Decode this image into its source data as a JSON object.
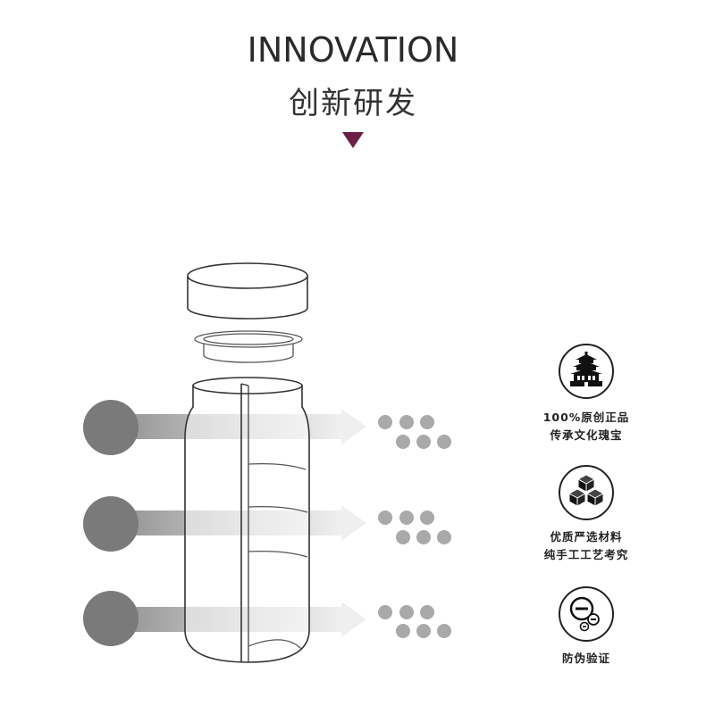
{
  "header": {
    "title_en": "INNOVATION",
    "title_cn": "创新研发"
  },
  "colors": {
    "accent": "#6b1f45",
    "outline": "#333333",
    "circle": "#7a7a7a",
    "dot": "#a9a9a9"
  },
  "features": [
    {
      "icon": "temple-icon",
      "lines": [
        "100%原创正品",
        "传承文化瑰宝"
      ]
    },
    {
      "icon": "cubes-icon",
      "lines": [
        "优质严选材料",
        "纯手工工艺考究"
      ]
    },
    {
      "icon": "seal-icon",
      "lines": [
        "防伪验证"
      ]
    }
  ]
}
